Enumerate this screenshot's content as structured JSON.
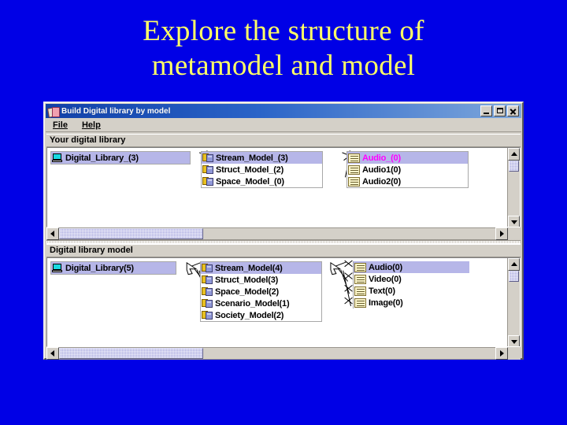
{
  "slide": {
    "background_color": "#0000E6",
    "title_color": "#FFFF66",
    "title_line1": "Explore the structure of",
    "title_line2": "metamodel and model"
  },
  "window": {
    "title": "Build Digital library by model",
    "app_icon": "books-icon",
    "buttons": {
      "minimize": "Minimize",
      "maximize": "Maximize",
      "close": "Close"
    },
    "menu": [
      {
        "label": "File",
        "mnemonic": "F"
      },
      {
        "label": "Help",
        "mnemonic": "H"
      }
    ]
  },
  "panels": [
    {
      "id": "metamodel",
      "label": "Your digital library",
      "columns": [
        {
          "id": "root",
          "nodes": [
            {
              "label": "Digital_Library_(3)",
              "icon": "computer-icon",
              "selected": true,
              "color": "#000000"
            }
          ]
        },
        {
          "id": "models",
          "nodes": [
            {
              "label": "Stream_Model_(3)",
              "icon": "model-icon",
              "selected": true,
              "color": "#000000"
            },
            {
              "label": "Struct_Model_(2)",
              "icon": "model-icon",
              "selected": false,
              "color": "#000000"
            },
            {
              "label": "Space_Model_(0)",
              "icon": "model-icon",
              "selected": false,
              "color": "#000000"
            }
          ]
        },
        {
          "id": "media",
          "nodes": [
            {
              "label": "Audio_(0)",
              "icon": "document-icon",
              "selected": true,
              "color": "#FF00FF"
            },
            {
              "label": "Audio1(0)",
              "icon": "document-icon",
              "selected": false,
              "color": "#000000"
            },
            {
              "label": "Audio2(0)",
              "icon": "document-icon",
              "selected": false,
              "color": "#000000"
            }
          ]
        }
      ],
      "hscroll": {
        "thumb_percent": 33
      },
      "vscroll": {
        "thumb_percent": 14
      }
    },
    {
      "id": "model",
      "label": "Digital library model",
      "columns": [
        {
          "id": "root",
          "nodes": [
            {
              "label": "Digital_Library(5)",
              "icon": "computer-icon",
              "selected": true,
              "color": "#000000"
            }
          ]
        },
        {
          "id": "models",
          "nodes": [
            {
              "label": "Stream_Model(4)",
              "icon": "model-icon",
              "selected": true,
              "color": "#000000"
            },
            {
              "label": "Struct_Model(3)",
              "icon": "model-icon",
              "selected": false,
              "color": "#000000"
            },
            {
              "label": "Space_Model(2)",
              "icon": "model-icon",
              "selected": false,
              "color": "#000000"
            },
            {
              "label": "Scenario_Model(1)",
              "icon": "model-icon",
              "selected": false,
              "color": "#000000"
            },
            {
              "label": "Society_Model(2)",
              "icon": "model-icon",
              "selected": false,
              "color": "#000000"
            }
          ]
        },
        {
          "id": "media",
          "nodes": [
            {
              "label": "Audio(0)",
              "icon": "document-icon",
              "selected": true,
              "color": "#000000"
            },
            {
              "label": "Video(0)",
              "icon": "document-icon",
              "selected": false,
              "color": "#000000"
            },
            {
              "label": "Text(0)",
              "icon": "document-icon",
              "selected": false,
              "color": "#000000"
            },
            {
              "label": "Image(0)",
              "icon": "document-icon",
              "selected": false,
              "color": "#000000"
            }
          ]
        }
      ],
      "hscroll": {
        "thumb_percent": 33
      },
      "vscroll": {
        "thumb_percent": 14
      }
    }
  ],
  "colors": {
    "selection": "#B6B6E8",
    "window_face": "#D4D0C8",
    "titlebar_start": "#1040A8",
    "titlebar_end": "#7FA8DC",
    "magenta_text": "#FF00FF"
  }
}
